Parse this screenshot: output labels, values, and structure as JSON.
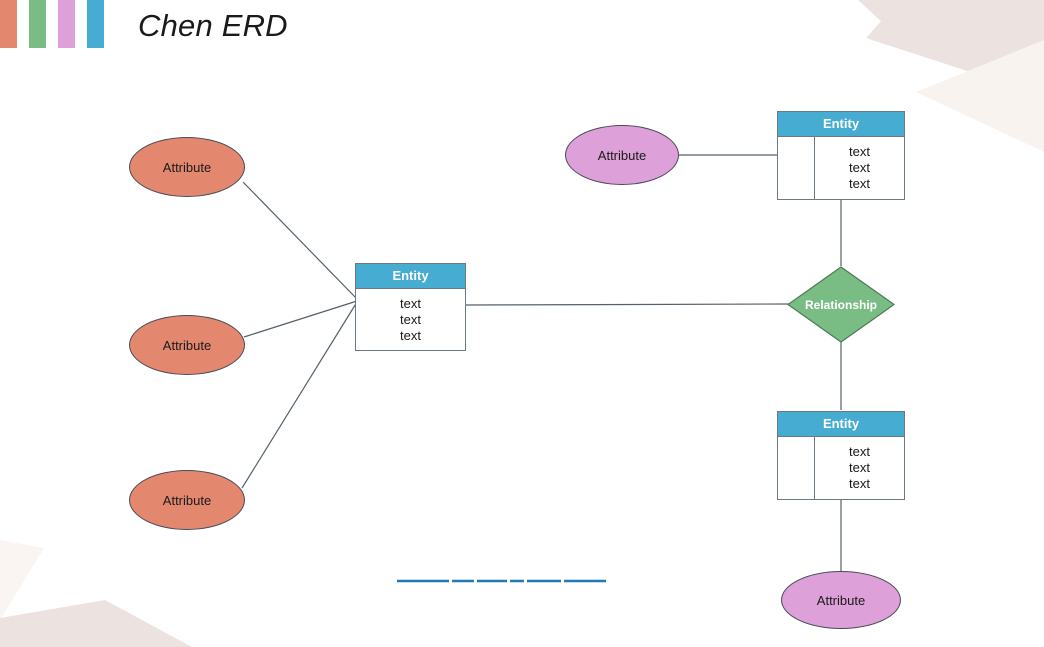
{
  "page": {
    "title": "Chen ERD",
    "background": "#ffffff"
  },
  "header": {
    "bars": [
      {
        "name": "bar-salmon",
        "color": "#e3886f"
      },
      {
        "name": "bar-green",
        "color": "#79bd85"
      },
      {
        "name": "bar-orchid",
        "color": "#dda0d8"
      },
      {
        "name": "bar-blue",
        "color": "#46acd2"
      }
    ]
  },
  "palette": {
    "entity_header": "#46acd2",
    "relationship_fill": "#79bd85",
    "attribute_primary": "#e3886f",
    "attribute_secondary": "#dda0d8",
    "shape_stroke": "#4a4a5a",
    "entity_stroke": "#6b7a82",
    "connector": "#54616b",
    "rule_blue": "#1f7bb6",
    "decor_beige": "#eee6e3",
    "decor_cream": "#faf5f2"
  },
  "diagram": {
    "attributes": [
      {
        "id": "attr-left-1",
        "label": "Attribute",
        "fill": "attribute_primary"
      },
      {
        "id": "attr-left-2",
        "label": "Attribute",
        "fill": "attribute_primary"
      },
      {
        "id": "attr-left-3",
        "label": "Attribute",
        "fill": "attribute_primary"
      },
      {
        "id": "attr-top",
        "label": "Attribute",
        "fill": "attribute_secondary"
      },
      {
        "id": "attr-bottom",
        "label": "Attribute",
        "fill": "attribute_secondary"
      }
    ],
    "entities": [
      {
        "id": "entity-center",
        "title": "Entity",
        "rows": [
          "text",
          "text",
          "text"
        ],
        "split": false
      },
      {
        "id": "entity-top-right",
        "title": "Entity",
        "rows": [
          "text",
          "text",
          "text"
        ],
        "split": true
      },
      {
        "id": "entity-bottom-right",
        "title": "Entity",
        "rows": [
          "text",
          "text",
          "text"
        ],
        "split": true
      }
    ],
    "relationships": [
      {
        "id": "relationship-1",
        "label": "Relationship"
      }
    ],
    "rule": {
      "id": "blue-rule",
      "color": "#1f7bb6"
    }
  }
}
